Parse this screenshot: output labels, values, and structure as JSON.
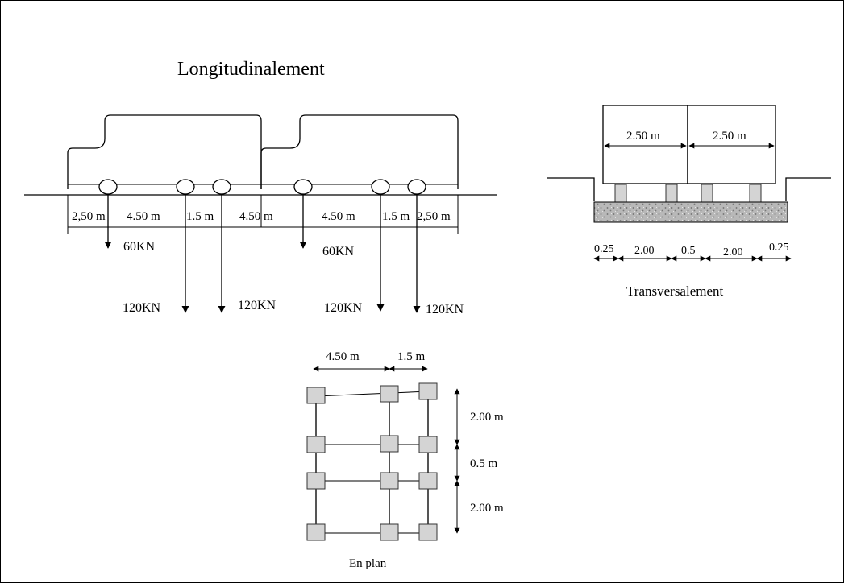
{
  "longitudinal": {
    "title": "Longitudinalement",
    "dims": [
      "2,50 m",
      "4.50  m",
      "1.5 m",
      "4.50  m",
      "4.50  m",
      "1.5 m",
      "2,50 m"
    ],
    "loads": [
      "60KN",
      "120KN",
      "120KN",
      "60KN",
      "120KN",
      "120KN"
    ]
  },
  "transversal": {
    "title": "Transversalement",
    "widths": [
      "2.50 m",
      "2.50 m"
    ],
    "dims": [
      "0.25",
      "2.00",
      "0.5",
      "2.00",
      "0.25"
    ]
  },
  "plan": {
    "title": "En plan",
    "top_dims": [
      "4.50  m",
      "1.5 m"
    ],
    "side_dims": [
      "2.00  m",
      "0.5 m",
      "2.00  m"
    ]
  }
}
